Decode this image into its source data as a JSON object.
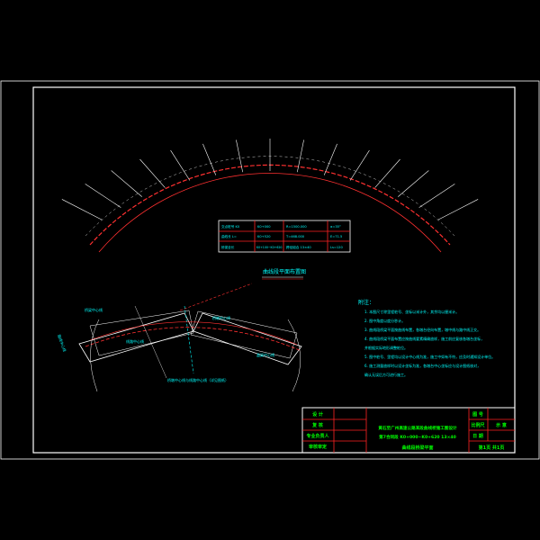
{
  "plan_caption": "曲线段平面布置图",
  "detail_caption": "桥墩中心线与线路中心线（详见图纸）",
  "detail_labels": [
    "桥梁中心线",
    "线路中心线",
    "桥墩中心线",
    "盖梁中心线",
    "路线中心线"
  ],
  "curve_table": [
    [
      "交点桩号 K0",
      "K0+000",
      "R=1500.000",
      "α=35°"
    ],
    [
      "曲线长 L=",
      "K0+520",
      "T=468.000",
      "E=71.5"
    ],
    [
      "桥梁全长",
      "K0+100~K0+620",
      "跨径组合 13×40",
      "Ls=120"
    ]
  ],
  "notes": {
    "title": "附注：",
    "items": [
      "1. 本图尺寸除里程桩号、坐标以米计外，其余均以厘米计。",
      "2. 图中角度以度分秒计。",
      "3. 曲线段桥梁平面按曲线布置，各墩台径向布置，墩中线与路中线正交。",
      "4. 曲线段桥梁平面布置应按曲线要素精确放样，施工前应复核各墩台坐标，",
      "   并根据实际地形调整桩位。",
      "5. 图中桩号、里程均以设计中心线为准，施工中如有不符，应及时通知设计单位。",
      "6. 施工测量放样时以设计坐标为准，各墩台中心坐标应与设计图纸核对，",
      "   确认无误后方可进行施工。"
    ]
  },
  "title_block": {
    "left": [
      "设 计",
      "复 核",
      "专业负责人",
      "审核审定"
    ],
    "project": "黄石至广州高速公路某段曲线桥施工图设计",
    "drawing_no": "第7合同段  K0+000~K0+620  13×40",
    "drawing_name": "曲线段桥梁平面",
    "right_labels": [
      "图 号",
      "比例尺",
      "日 期"
    ],
    "right_values": [
      "",
      "示 意",
      ""
    ],
    "sheet": "第1页  共1页"
  }
}
